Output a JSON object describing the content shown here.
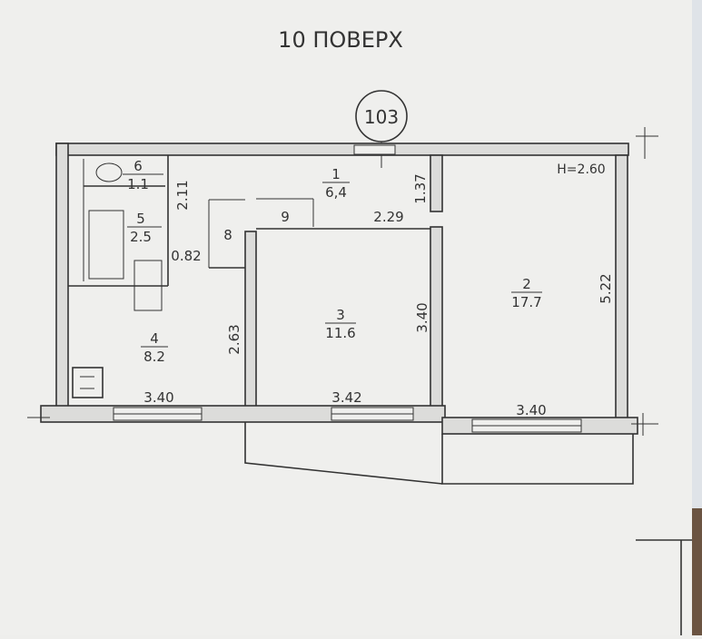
{
  "title": "10 ПОВЕРХ",
  "apartment_number": "103",
  "ceiling_height": "H=2.60",
  "rooms": [
    {
      "number": "1",
      "area": "6,4"
    },
    {
      "number": "2",
      "area": "17.7"
    },
    {
      "number": "3",
      "area": "11.6"
    },
    {
      "number": "4",
      "area": "8.2"
    },
    {
      "number": "5",
      "area": "2.5"
    },
    {
      "number": "6",
      "area": "1.1"
    },
    {
      "number": "8",
      "area": ""
    },
    {
      "number": "9",
      "area": ""
    }
  ],
  "dimensions": {
    "kitchen_width": "3.40",
    "room3_width": "3.42",
    "room2_width": "3.40",
    "kitchen_depth": "2.63",
    "room3_depth": "3.40",
    "room2_depth": "5.22",
    "bath_depth": "2.11",
    "hall_depth": "1.37",
    "hall_width": "2.29",
    "closet_width": "0.82"
  }
}
